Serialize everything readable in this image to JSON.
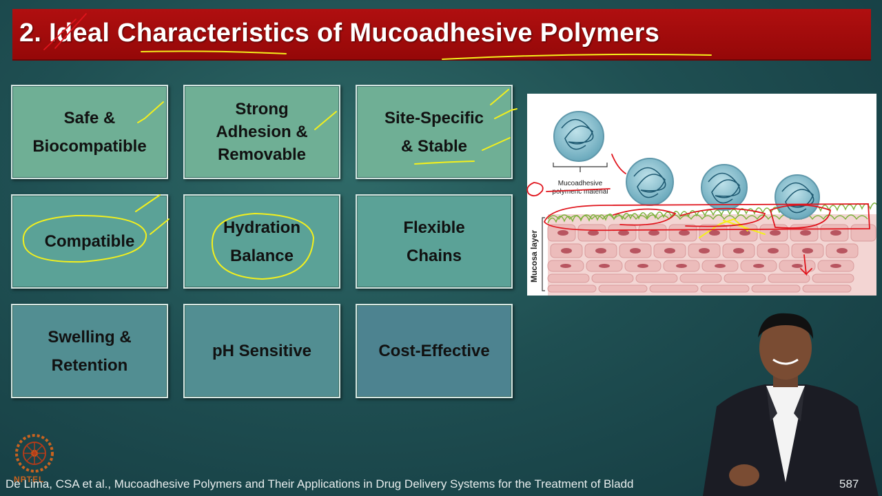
{
  "slide": {
    "title": "2. Ideal Characteristics of Mucoadhesive Polymers",
    "cards": [
      {
        "label": "Safe &\nBiocompatible"
      },
      {
        "label": "Strong\nAdhesion &\nRemovable"
      },
      {
        "label": "Site-Specific\n& Stable"
      },
      {
        "label": "Compatible"
      },
      {
        "label": "Hydration\nBalance"
      },
      {
        "label": "Flexible\nChains"
      },
      {
        "label": "Swelling &\nRetention"
      },
      {
        "label": "pH Sensitive"
      },
      {
        "label": "Cost-Effective"
      }
    ],
    "figure": {
      "polymer_label_line1": "Mucoadhesive",
      "polymer_label_line2": "polymeric material",
      "layer_label": "Mucosa layer"
    },
    "citation": "De Lima, CSA  et al., Mucoadhesive Polymers and Their Applications in Drug Delivery Systems for the Treatment of Bladd",
    "page_number": "587",
    "logo_text": "NPTEL"
  },
  "colors": {
    "title_bar": "#a50c0d",
    "card_row1": "#6faf95",
    "card_row2": "#5ba297",
    "card_row3": "#528e92",
    "annotation_yellow": "#f4f01c",
    "annotation_red": "#e0141c"
  }
}
